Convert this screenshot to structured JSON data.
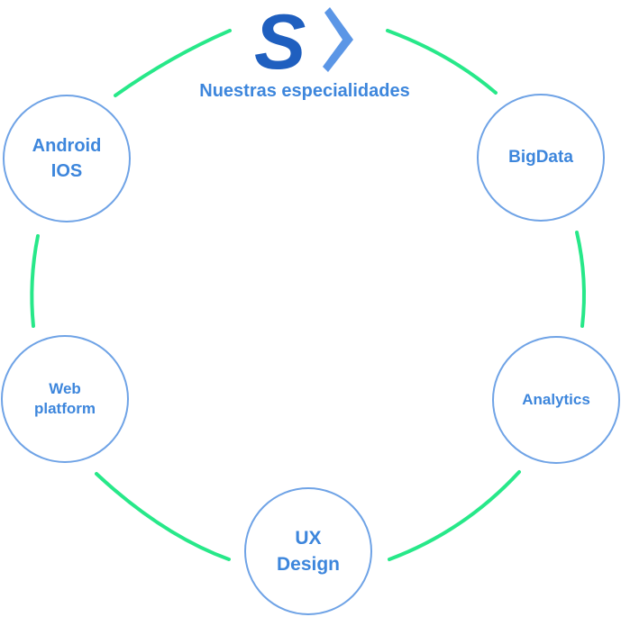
{
  "header": {
    "title": "Nuestras especialidades",
    "logo_text": "S"
  },
  "colors": {
    "ring": "#27e889",
    "node_border": "#6fa3e6",
    "text": "#3d86dc",
    "logo_dark": "#2a6fd2",
    "logo_light": "#4f90e8"
  },
  "nodes": {
    "android": {
      "line1": "Android",
      "line2": "IOS"
    },
    "bigdata": {
      "line1": "BigData"
    },
    "web": {
      "line1": "Web",
      "line2": "platform"
    },
    "analytics": {
      "line1": "Analytics"
    },
    "ux": {
      "line1": "UX",
      "line2": "Design"
    }
  }
}
